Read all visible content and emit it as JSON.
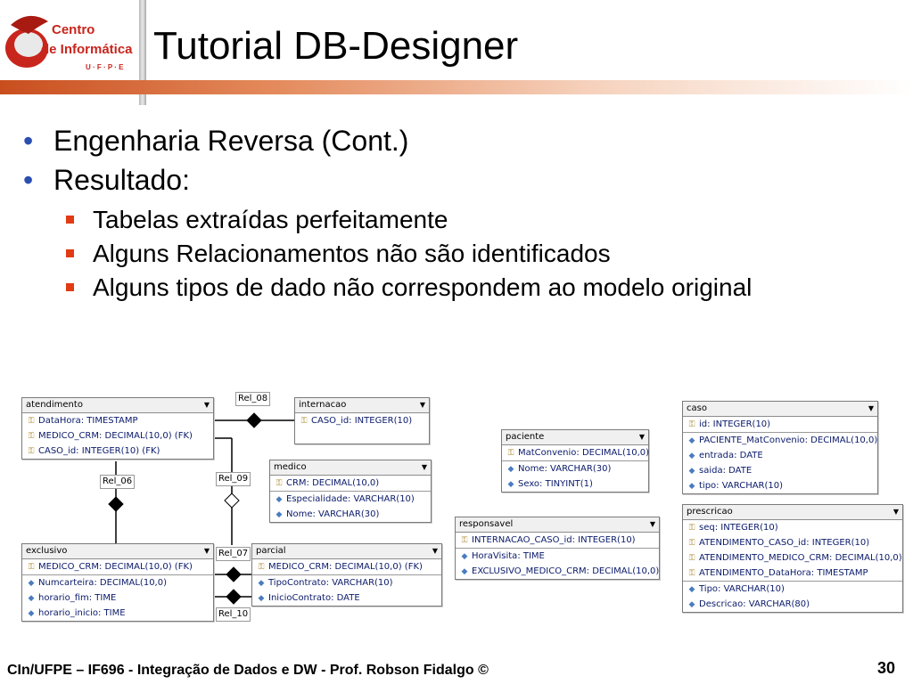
{
  "header": {
    "logo_line1": "Centro",
    "logo_line2": "de Informática",
    "logo_line3": "U · F · P · E",
    "title": "Tutorial DB-Designer"
  },
  "bullets": [
    {
      "text": "Engenharia Reversa (Cont.)",
      "sub": []
    },
    {
      "text": "Resultado:",
      "sub": [
        "Tabelas extraídas perfeitamente",
        "Alguns Relacionamentos não são identificados",
        "Alguns tipos de dado não correspondem ao modelo original"
      ]
    }
  ],
  "diagram": {
    "tables": {
      "atendimento": {
        "name": "atendimento",
        "rows": [
          "DataHora: TIMESTAMP",
          "MEDICO_CRM: DECIMAL(10,0) (FK)",
          "CASO_id: INTEGER(10) (FK)"
        ]
      },
      "internacao": {
        "name": "internacao",
        "rows": [
          "CASO_id: INTEGER(10)"
        ]
      },
      "medico": {
        "name": "medico",
        "rows": [
          "CRM: DECIMAL(10,0)",
          "Especialidade: VARCHAR(10)",
          "Nome: VARCHAR(30)"
        ]
      },
      "exclusivo": {
        "name": "exclusivo",
        "rows": [
          "MEDICO_CRM: DECIMAL(10,0) (FK)",
          "Numcarteira: DECIMAL(10,0)",
          "horario_fim: TIME",
          "horario_inicio: TIME"
        ]
      },
      "parcial": {
        "name": "parcial",
        "rows": [
          "MEDICO_CRM: DECIMAL(10,0) (FK)",
          "TipoContrato: VARCHAR(10)",
          "InicioContrato: DATE"
        ]
      },
      "paciente": {
        "name": "paciente",
        "rows": [
          "MatConvenio: DECIMAL(10,0)",
          "Nome: VARCHAR(30)",
          "Sexo: TINYINT(1)"
        ]
      },
      "responsavel": {
        "name": "responsavel",
        "rows": [
          "INTERNACAO_CASO_id: INTEGER(10)",
          "HoraVisita: TIME",
          "EXCLUSIVO_MEDICO_CRM: DECIMAL(10,0)"
        ]
      },
      "caso": {
        "name": "caso",
        "rows": [
          "id: INTEGER(10)",
          "PACIENTE_MatConvenio: DECIMAL(10,0)",
          "entrada: DATE",
          "saida: DATE",
          "tipo: VARCHAR(10)"
        ]
      },
      "prescricao": {
        "name": "prescricao",
        "rows": [
          "seq: INTEGER(10)",
          "ATENDIMENTO_CASO_id: INTEGER(10)",
          "ATENDIMENTO_MEDICO_CRM: DECIMAL(10,0)",
          "ATENDIMENTO_DataHora: TIMESTAMP",
          "Tipo: VARCHAR(10)",
          "Descricao: VARCHAR(80)"
        ]
      }
    },
    "relations": {
      "rel06": "Rel_06",
      "rel07": "Rel_07",
      "rel08": "Rel_08",
      "rel09": "Rel_09",
      "rel10": "Rel_10"
    }
  },
  "footer": {
    "text": "CIn/UFPE – IF696 - Integração de Dados e DW - Prof. Robson Fidalgo ©",
    "page": "30"
  },
  "colors": {
    "accent_orange": "#e03b12",
    "bullet_blue": "#2b4fb0",
    "logo_red": "#c8251c"
  }
}
